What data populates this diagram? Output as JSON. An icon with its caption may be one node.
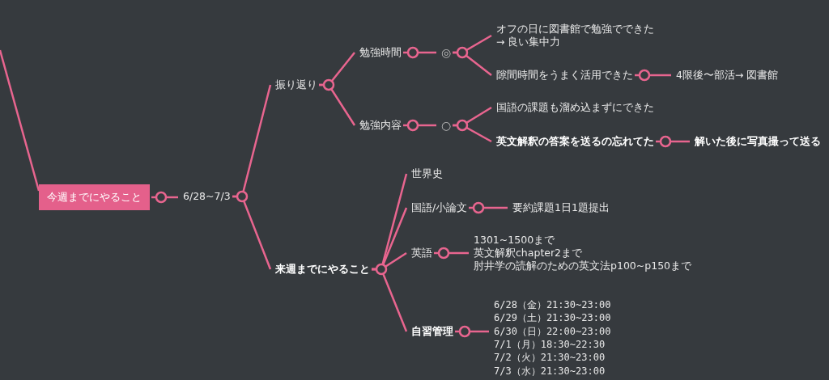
{
  "diagram": {
    "nodes": [
      {
        "text": [
          "今週までにやること"
        ]
      },
      {
        "text": [
          "6/28~7/3"
        ]
      },
      {
        "text": [
          "振り返り"
        ]
      },
      {
        "text": [
          "勉強時間"
        ]
      },
      {
        "text": [
          "◎"
        ]
      },
      {
        "text": [
          "オフの日に図書館で勉強でできた → 良い集中力"
        ]
      },
      {
        "text": [
          "隙間時間をうまく活用できた"
        ]
      },
      {
        "text": [
          "4限後〜部活→ 図書館"
        ]
      },
      {
        "text": [
          "勉強内容"
        ]
      },
      {
        "text": [
          "○"
        ]
      },
      {
        "text": [
          "国語の課題も溜め込まずにできた"
        ]
      },
      {
        "text": [
          "英文解釈の答案を送るの忘れてた"
        ]
      },
      {
        "text": [
          "解いた後に写真撮って送る"
        ]
      },
      {
        "text": [
          "来週までにやること"
        ]
      },
      {
        "text": [
          "世界史"
        ]
      },
      {
        "text": [
          "国語/小論文"
        ]
      },
      {
        "text": [
          "要約課題1日1題提出"
        ]
      },
      {
        "text": [
          "英語"
        ]
      },
      {
        "text": [
          "1301~1500まで",
          "英文解釈chapter2まで",
          "肘井学の読解のための英文法p100~p150まで"
        ]
      },
      {
        "text": [
          "自習管理"
        ]
      },
      {
        "text": [
          "6/28（金）21:30~23:00 6/29（土）21:30~23:00 6/30（日）22:00~23:00 7/1（月）18:30~22:30 7/2（火）21:30~23:00 7/3（水）21:30~23:00"
        ]
      }
    ],
    "edges": [
      {
        "from": null,
        "to": 0,
        "arrow": "none"
      },
      {
        "from": 0,
        "to": 1,
        "arrow": "none"
      },
      {
        "from": 1,
        "to": 2,
        "arrow": "none"
      },
      {
        "from": 1,
        "to": 13,
        "arrow": "none"
      },
      {
        "from": 2,
        "to": 3,
        "arrow": "none"
      },
      {
        "from": 2,
        "to": 8,
        "arrow": "none"
      },
      {
        "from": 3,
        "to": 4,
        "arrow": "none"
      },
      {
        "from": 4,
        "to": 5,
        "arrow": "none"
      },
      {
        "from": 4,
        "to": 6,
        "arrow": "none"
      },
      {
        "from": 6,
        "to": 7,
        "arrow": "none"
      },
      {
        "from": 8,
        "to": 9,
        "arrow": "none"
      },
      {
        "from": 9,
        "to": 10,
        "arrow": "none"
      },
      {
        "from": 9,
        "to": 11,
        "arrow": "none"
      },
      {
        "from": 11,
        "to": 12,
        "arrow": "none"
      },
      {
        "from": 13,
        "to": 14,
        "arrow": "none"
      },
      {
        "from": 13,
        "to": 15,
        "arrow": "none"
      },
      {
        "from": 13,
        "to": 17,
        "arrow": "none"
      },
      {
        "from": 13,
        "to": 19,
        "arrow": "none"
      },
      {
        "from": 15,
        "to": 16,
        "arrow": "none"
      },
      {
        "from": 17,
        "to": 18,
        "arrow": "none"
      },
      {
        "from": 19,
        "to": 20,
        "arrow": "none"
      }
    ]
  }
}
